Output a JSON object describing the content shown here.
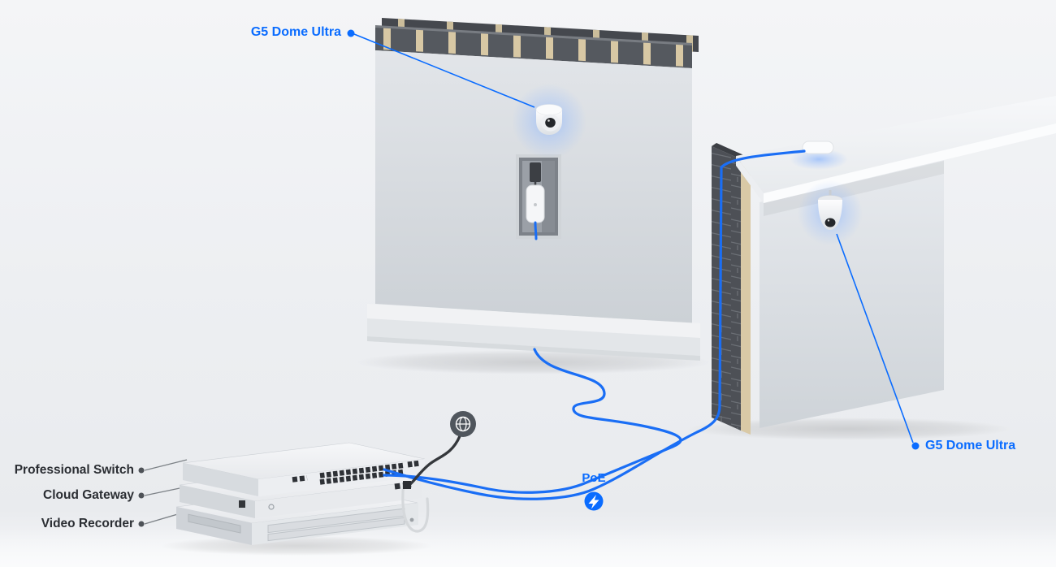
{
  "diagram": {
    "labels": {
      "camera_top": "G5 Dome Ultra",
      "camera_right": "G5 Dome Ultra",
      "poe": "PoE"
    },
    "devices": {
      "switch": "Professional Switch",
      "gateway": "Cloud Gateway",
      "recorder": "Video Recorder"
    },
    "icons": {
      "internet": "globe-icon",
      "poe_power": "lightning-icon",
      "cameras": "dome-camera-icon"
    },
    "colors": {
      "accent_blue": "#0a6cff",
      "label_dark": "#2b2e33",
      "background": "#eef0f3"
    }
  }
}
